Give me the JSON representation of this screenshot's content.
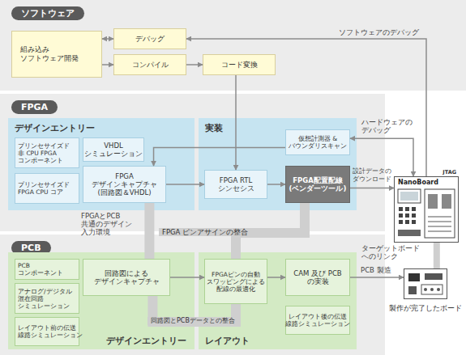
{
  "diagram": {
    "nodes": [
      {
        "text": [
          "ソフトウェア"
        ]
      },
      {
        "text": [
          "組み込み ソフトウェア開発"
        ],
        "in": 0
      },
      {
        "text": [
          "デバッグ"
        ],
        "in": 0
      },
      {
        "text": [
          "コンパイル"
        ],
        "in": 0
      },
      {
        "text": [
          "コード変換"
        ],
        "in": 0
      },
      {
        "text": [
          "FPGA"
        ]
      },
      {
        "text": [
          "デザインエントリー"
        ],
        "in": 5
      },
      {
        "text": [
          "プリンセサイズド 非 CPU FPGA コンポーネント"
        ],
        "in": 6
      },
      {
        "text": [
          "VHDL シミュレーション"
        ],
        "in": 6
      },
      {
        "text": [
          "プリンセサイズド FPGA CPU コア"
        ],
        "in": 6
      },
      {
        "text": [
          "FPGA デザインキャプチャ (回路図＆VHDL)"
        ],
        "in": 6
      },
      {
        "text": [
          "実装"
        ],
        "in": 5
      },
      {
        "text": [
          "仮想計測器 & バウンダリスキャン"
        ],
        "in": 11
      },
      {
        "text": [
          "FPGA RTL シンセシス"
        ],
        "in": 11
      },
      {
        "text": [
          "FPGA配置配線 (ベンダーツール)"
        ],
        "in": 11
      },
      {
        "text": [
          "PCB"
        ]
      },
      {
        "text": [
          "デザインエントリー"
        ],
        "in": 15
      },
      {
        "text": [
          "PCB コンポーネント"
        ],
        "in": 16
      },
      {
        "text": [
          "アナログ/デジタル 混在回路 シミュレーション"
        ],
        "in": 16
      },
      {
        "text": [
          "レイアウト前の伝送 線路シミュレーション"
        ],
        "in": 16
      },
      {
        "text": [
          "回路図による デザインキャプチャ"
        ],
        "in": 16
      },
      {
        "text": [
          "レイアウト"
        ],
        "in": 15
      },
      {
        "text": [
          "FPGAピンの自動 スワッピングによる 配線の最適化"
        ],
        "in": 21
      },
      {
        "text": [
          "CAM 及び PCB の実装"
        ],
        "in": 21
      },
      {
        "text": [
          "レイアウト後の伝送 線路シミュレーション"
        ],
        "in": 21
      },
      {
        "text": [
          "JTAG",
          "NanoBoard"
        ]
      },
      {
        "text": [
          "製作が完了したボード"
        ]
      }
    ],
    "edges": [
      {
        "from": 1,
        "to": 2,
        "arrow": "both"
      },
      {
        "from": 1,
        "to": 3,
        "arrow": "to"
      },
      {
        "from": 3,
        "to": 4,
        "arrow": "to"
      },
      {
        "from": 4,
        "to": 13,
        "arrow": "to"
      },
      {
        "from": 25,
        "to": 2,
        "label": "ソフトウェアのデバッグ",
        "arrow": "to"
      },
      {
        "from": 12,
        "to": 25,
        "label": "ハードウェアの デバッグ",
        "arrow": "both"
      },
      {
        "from": 12,
        "to": 10,
        "arrow": "to"
      },
      {
        "from": 10,
        "to": 13,
        "arrow": "to"
      },
      {
        "from": 13,
        "to": 14,
        "arrow": "to"
      },
      {
        "from": 14,
        "to": 25,
        "label": "設計データの ダウンロード",
        "arrow": "to"
      },
      {
        "from": 10,
        "to": 20,
        "label": "FPGAとPCB 共通のデザイン 入力環境",
        "arrow": "none"
      },
      {
        "from": 14,
        "to": 22,
        "label": "FPGA ピンアサインの整合",
        "arrow": "none"
      },
      {
        "from": 20,
        "to": 22,
        "arrow": "to"
      },
      {
        "from": 20,
        "to": 22,
        "label": "回路図とPCBデータとの整合",
        "arrow": "none"
      },
      {
        "from": 22,
        "to": 23,
        "arrow": "to"
      },
      {
        "from": 23,
        "to": 26,
        "label": "PCB 製造",
        "arrow": "to"
      },
      {
        "from": 25,
        "to": 26,
        "label": "ターゲットボード へのリンク",
        "arrow": "none"
      }
    ]
  }
}
